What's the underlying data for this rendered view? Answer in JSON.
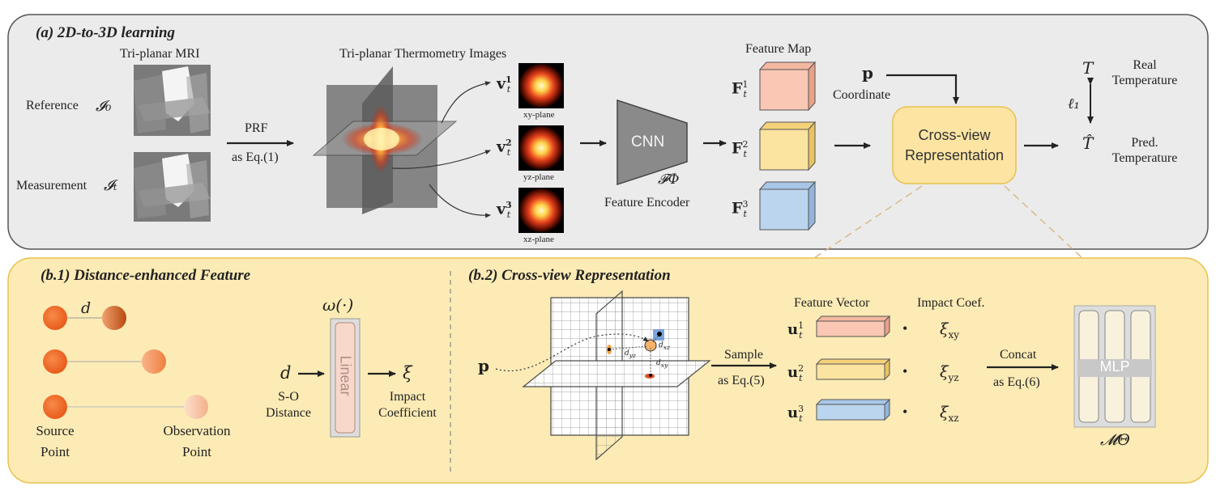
{
  "panel_a": {
    "title": "(a) 2D-to-3D learning",
    "mri_title": "Tri-planar MRI",
    "reference_label": "Reference",
    "reference_sym": "𝓘₀",
    "measurement_label": "Measurement",
    "measurement_sym": "𝓘ₜ",
    "prf_label": "PRF",
    "prf_eq": "as Eq.(1)",
    "thermo_title": "Tri-planar  Thermometry Images",
    "views": [
      {
        "sym": "v",
        "sup": "1",
        "sub": "t",
        "plane": "xy-plane"
      },
      {
        "sym": "v",
        "sup": "2",
        "sub": "t",
        "plane": "yz-plane"
      },
      {
        "sym": "v",
        "sup": "3",
        "sub": "t",
        "plane": "xz-plane"
      }
    ],
    "cnn_label": "CNN",
    "encoder_sym": "𝓕Φ",
    "encoder_label": "Feature Encoder",
    "feature_map_title": "Feature Map",
    "features": [
      {
        "sym": "F",
        "sup": "1",
        "sub": "t",
        "color": "#f9c7b4"
      },
      {
        "sym": "F",
        "sup": "2",
        "sub": "t",
        "color": "#fbe3a0"
      },
      {
        "sym": "F",
        "sup": "3",
        "sub": "t",
        "color": "#bcd5ee"
      }
    ],
    "coord_sym": "p",
    "coord_label": "Coordinate",
    "crossview_label_1": "Cross-view",
    "crossview_label_2": "Representation",
    "real_sym": "T",
    "real_label_1": "Real",
    "real_label_2": "Temperature",
    "loss_sym": "ℓ₁",
    "pred_sym": "T̂",
    "pred_label_1": "Pred.",
    "pred_label_2": "Temperature"
  },
  "panel_b1": {
    "title": "(b.1) Distance-enhanced Feature",
    "d_sym": "d",
    "omega_sym": "ω(·)",
    "linear_label": "Linear",
    "input_sym": "d",
    "input_label_1": "S-O",
    "input_label_2": "Distance",
    "output_sym": "ξ",
    "output_label_1": "Impact",
    "output_label_2": "Coefficient",
    "source_label_1": "Source",
    "source_label_2": "Point",
    "obs_label_1": "Observation",
    "obs_label_2": "Point"
  },
  "panel_b2": {
    "title": "(b.2) Cross-view Representation",
    "p_sym": "p",
    "dxz": "d",
    "dyz": "d",
    "dxy": "d",
    "dxz_sub": "xz",
    "dyz_sub": "yz",
    "dxy_sub": "xy",
    "sample_label": "Sample",
    "sample_eq": "as Eq.(5)",
    "fv_title": "Feature Vector",
    "ic_title": "Impact Coef.",
    "vectors": [
      {
        "sym": "u",
        "sup": "1",
        "sub": "t",
        "color": "#f9c7b4",
        "coef": "ξ",
        "coef_sub": "xy"
      },
      {
        "sym": "u",
        "sup": "2",
        "sub": "t",
        "color": "#fbe3a0",
        "coef": "ξ",
        "coef_sub": "yz"
      },
      {
        "sym": "u",
        "sup": "3",
        "sub": "t",
        "color": "#bcd5ee",
        "coef": "ξ",
        "coef_sub": "xz"
      }
    ],
    "dot": "•",
    "concat_label": "Concat",
    "concat_eq": "as Eq.(6)",
    "mlp_label": "MLP",
    "mlp_sym": "𝓜Θ"
  },
  "colors": {
    "panel_a_bg": "#ebebeb",
    "panel_b_bg": "#fcebb5",
    "panel_b_border": "#e8c24e",
    "crossview_fill": "#fde4a3",
    "linear_fill": "#f9d8cc"
  }
}
